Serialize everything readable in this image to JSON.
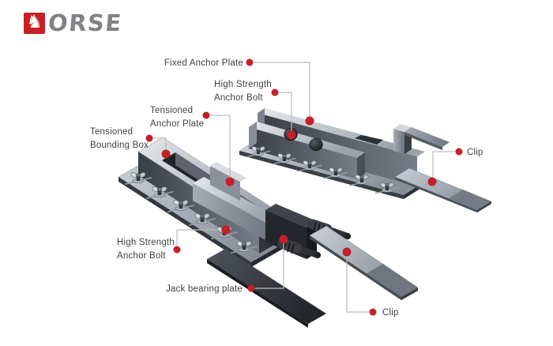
{
  "brand": {
    "name": "HORSE",
    "mark_icon": "♞",
    "letters": "ORSE",
    "red": "#c62026",
    "gray": "#808285"
  },
  "callouts": {
    "fixed_anchor_plate": "Fixed Anchor Plate",
    "high_strength_anchor_bolt_top": "High Strength\nAnchor Bolt",
    "tensioned_anchor_plate": "Tensioned\nAnchor Plate",
    "tensioned_bounding_box": "Tensioned\nBounding Box",
    "clip_right": "Clip",
    "high_strength_anchor_bolt_bottom": "High Strength\nAnchor Bolt",
    "jack_bearing_plate": "Jack bearing plate",
    "clip_bottom": "Clip"
  },
  "colors": {
    "callout_dot": "#c42026",
    "leader_line": "#bcbcbc",
    "label_text": "#3f4040",
    "background": "#ffffff"
  }
}
